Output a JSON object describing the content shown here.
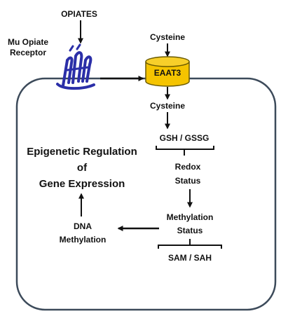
{
  "labels": {
    "opiates": "OPIATES",
    "receptor_line1": "Mu Opiate",
    "receptor_line2": "Receptor",
    "cysteine_top": "Cysteine",
    "eaat3": "EAAT3",
    "cysteine_inside": "Cysteine",
    "gsh_gssg": "GSH / GSSG",
    "redox_line1": "Redox",
    "redox_line2": "Status",
    "methylation_line1": "Methylation",
    "methylation_line2": "Status",
    "sam_sah": "SAM / SAH",
    "dna_line1": "DNA",
    "dna_line2": "Methylation",
    "epigenetic_line1": "Epigenetic Regulation",
    "epigenetic_line2": "of",
    "epigenetic_line3": "Gene Expression"
  },
  "colors": {
    "receptor_blue": "#2b2fa8",
    "eaat3_fill": "#f5c400",
    "eaat3_stroke": "#6a5a00",
    "cell_outline": "#3c4a5a",
    "arrow": "#111111"
  },
  "icons": {
    "receptor": "seven-transmembrane-receptor-icon",
    "transporter": "cylinder-transporter-icon"
  }
}
